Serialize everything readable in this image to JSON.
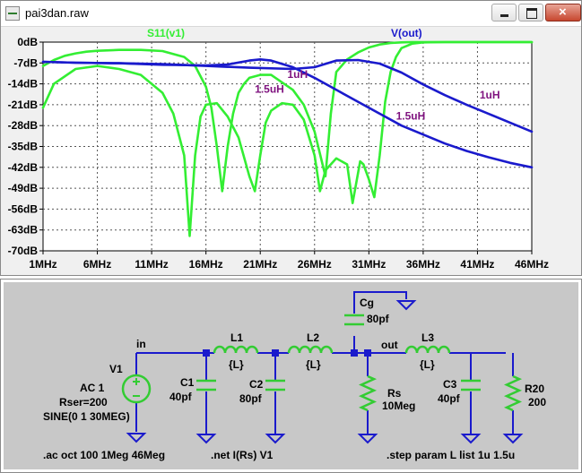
{
  "window": {
    "title": "pai3dan.raw",
    "buttons": {
      "minimize_icon": "minimize-icon",
      "maximize_icon": "maximize-icon",
      "close_icon": "close-icon"
    }
  },
  "colors": {
    "s11": "#33ee33",
    "vout": "#1a1acc",
    "step_label": "#7f127f",
    "wire": "#1a1acc",
    "component": "#33cc33",
    "plot_bg": "#ffffff",
    "window_bg": "#f0f0f0",
    "schematic_bg": "#c8c8c8"
  },
  "chart_data": {
    "type": "line",
    "xlabel": "",
    "ylabel": "",
    "xlim": [
      1,
      46
    ],
    "ylim": [
      -70,
      0
    ],
    "x_ticks": [
      "1MHz",
      "6MHz",
      "11MHz",
      "16MHz",
      "21MHz",
      "26MHz",
      "31MHz",
      "36MHz",
      "41MHz",
      "46MHz"
    ],
    "y_ticks": [
      "0dB",
      "-7dB",
      "-14dB",
      "-21dB",
      "-28dB",
      "-35dB",
      "-42dB",
      "-49dB",
      "-56dB",
      "-63dB",
      "-70dB"
    ],
    "grid": true,
    "legend": [
      {
        "name": "S11(v1)",
        "color": "#33ee33"
      },
      {
        "name": "V(out)",
        "color": "#1a1acc"
      }
    ],
    "annotations": [
      {
        "text": "1uH",
        "x": 23.5,
        "y": -12
      },
      {
        "text": "1.5uH",
        "x": 20.5,
        "y": -17
      },
      {
        "text": "1uH",
        "x": 41.2,
        "y": -19
      },
      {
        "text": "1.5uH",
        "x": 33.5,
        "y": -26
      }
    ],
    "series": [
      {
        "name": "S11(v1)",
        "step": "1uH",
        "x": [
          1,
          2,
          3,
          4,
          5,
          6,
          8,
          10,
          12,
          14,
          15,
          16,
          16.5,
          17,
          17.5,
          18,
          18.5,
          19,
          19.5,
          20,
          21,
          22,
          24,
          25,
          26,
          27,
          27.5,
          28,
          29,
          30,
          31,
          32,
          33,
          34,
          35,
          36,
          37,
          38,
          40,
          42,
          44,
          46
        ],
        "y": [
          -8,
          -6,
          -4.6,
          -3.8,
          -3.2,
          -2.9,
          -2.6,
          -2.6,
          -3,
          -5,
          -8,
          -15,
          -22,
          -35,
          -50,
          -35,
          -24,
          -17,
          -14,
          -12,
          -11,
          -11,
          -16,
          -21,
          -30,
          -45,
          -24,
          -10,
          -5.8,
          -3.5,
          -1.8,
          -0.8,
          -0.3,
          -0.1,
          0,
          0,
          0,
          0,
          0,
          0,
          0,
          0
        ]
      },
      {
        "name": "S11(v1)",
        "step": "1.5uH",
        "x": [
          1,
          2,
          4,
          6,
          8,
          10,
          12,
          13,
          14,
          14.5,
          15,
          15.5,
          16,
          17,
          18,
          19,
          20,
          20.5,
          21,
          21.5,
          22,
          23,
          24,
          25,
          26,
          26.5,
          27,
          28,
          29,
          29.5,
          30,
          30.2,
          30.5,
          31,
          31.5,
          32,
          32.5,
          33,
          33.5,
          34,
          35,
          36,
          38,
          40,
          42,
          44,
          46
        ],
        "y": [
          -22,
          -14,
          -9,
          -8,
          -9,
          -11,
          -17,
          -24,
          -38,
          -65,
          -38,
          -25,
          -21,
          -20.5,
          -25,
          -32,
          -45,
          -50,
          -38,
          -27,
          -23,
          -20.5,
          -21,
          -26,
          -38,
          -50,
          -43,
          -39,
          -41,
          -54,
          -44,
          -40,
          -41,
          -46,
          -52,
          -38,
          -20,
          -10,
          -5,
          -2,
          -0.5,
          -0.1,
          0,
          0,
          0,
          0,
          0
        ]
      },
      {
        "name": "V(out)",
        "step": "1uH",
        "x": [
          1,
          4,
          8,
          12,
          16,
          20,
          24,
          26,
          28,
          30,
          32,
          34,
          36,
          38,
          40,
          42,
          44,
          46
        ],
        "y": [
          -6.6,
          -6.9,
          -7.1,
          -7.4,
          -8,
          -8.6,
          -9,
          -8.4,
          -6.2,
          -6,
          -7.2,
          -10.2,
          -14.2,
          -17.8,
          -21,
          -24,
          -27,
          -30
        ]
      },
      {
        "name": "V(out)",
        "step": "1.5uH",
        "x": [
          1,
          4,
          8,
          12,
          16,
          18,
          20,
          21,
          22,
          24,
          26,
          28,
          30,
          32,
          34,
          36,
          38,
          40,
          42,
          44,
          46
        ],
        "y": [
          -6.6,
          -6.9,
          -7.1,
          -7.6,
          -7.8,
          -7.5,
          -6.2,
          -5.8,
          -6.2,
          -8.4,
          -12,
          -16,
          -20,
          -24,
          -28,
          -31,
          -34,
          -36.5,
          -38.6,
          -40.5,
          -42
        ]
      }
    ]
  },
  "schematic": {
    "nets": {
      "in": "in",
      "out": "out"
    },
    "source": {
      "ref": "V1",
      "value1": "AC 1",
      "value2": "Rser=200",
      "value3": "SINE(0 1 30MEG)"
    },
    "components": {
      "C1": {
        "ref": "C1",
        "value": "40pf"
      },
      "L1": {
        "ref": "L1",
        "value": "{L}"
      },
      "C2": {
        "ref": "C2",
        "value": "80pf"
      },
      "L2": {
        "ref": "L2",
        "value": "{L}"
      },
      "Cg": {
        "ref": "Cg",
        "value": "80pf"
      },
      "Rs": {
        "ref": "Rs",
        "value": "10Meg"
      },
      "L3": {
        "ref": "L3",
        "value": "{L}"
      },
      "C3": {
        "ref": "C3",
        "value": "40pf"
      },
      "R20": {
        "ref": "R20",
        "value": "200"
      }
    },
    "directives": {
      "ac": ".ac oct 100 1Meg 46Meg",
      "net": ".net I(Rs) V1",
      "step": ".step param L list 1u 1.5u"
    }
  }
}
